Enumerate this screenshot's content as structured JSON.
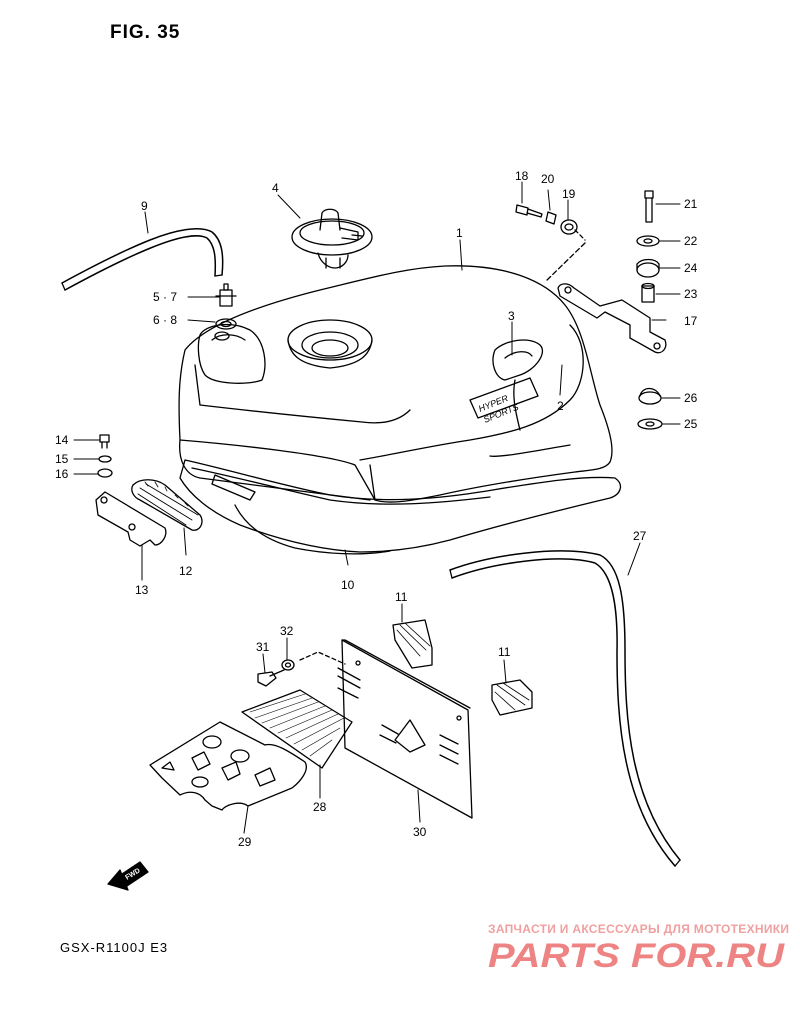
{
  "figure": {
    "title": "FIG. 35",
    "model": "GSX-R1100J E3",
    "direction_marker": "FWD"
  },
  "callouts": [
    {
      "id": "c1",
      "label": "1"
    },
    {
      "id": "c2",
      "label": "2"
    },
    {
      "id": "c3",
      "label": "3"
    },
    {
      "id": "c4",
      "label": "4"
    },
    {
      "id": "c57",
      "label": "5 · 7"
    },
    {
      "id": "c68",
      "label": "6 · 8"
    },
    {
      "id": "c9",
      "label": "9"
    },
    {
      "id": "c10",
      "label": "10"
    },
    {
      "id": "c11a",
      "label": "11"
    },
    {
      "id": "c11b",
      "label": "11"
    },
    {
      "id": "c12",
      "label": "12"
    },
    {
      "id": "c13",
      "label": "13"
    },
    {
      "id": "c14",
      "label": "14"
    },
    {
      "id": "c15",
      "label": "15"
    },
    {
      "id": "c16",
      "label": "16"
    },
    {
      "id": "c17",
      "label": "17"
    },
    {
      "id": "c18",
      "label": "18"
    },
    {
      "id": "c19",
      "label": "19"
    },
    {
      "id": "c20",
      "label": "20"
    },
    {
      "id": "c21",
      "label": "21"
    },
    {
      "id": "c22",
      "label": "22"
    },
    {
      "id": "c23",
      "label": "23"
    },
    {
      "id": "c24",
      "label": "24"
    },
    {
      "id": "c25",
      "label": "25"
    },
    {
      "id": "c26",
      "label": "26"
    },
    {
      "id": "c27",
      "label": "27"
    },
    {
      "id": "c28",
      "label": "28"
    },
    {
      "id": "c29",
      "label": "29"
    },
    {
      "id": "c30",
      "label": "30"
    },
    {
      "id": "c31",
      "label": "31"
    },
    {
      "id": "c32",
      "label": "32"
    }
  ],
  "tank_decal": {
    "line1": "HYPER",
    "line2": "SPORTS"
  },
  "watermark": {
    "caption": "ЗАПЧАСТИ И АКСЕССУАРЫ ДЛЯ МОТОТЕХНИКИ",
    "brand": "PARTS FOR.RU"
  },
  "colors": {
    "ink": "#000000",
    "watermark": "#e85a5a",
    "watermark_light": "#f0a0a0"
  }
}
